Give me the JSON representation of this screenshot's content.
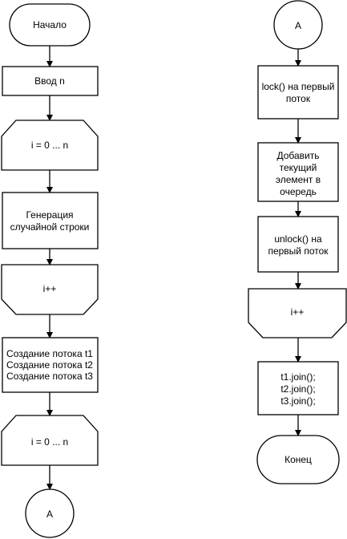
{
  "nodes": {
    "start": {
      "lines": [
        "Начало"
      ]
    },
    "input_n": {
      "lines": [
        "Ввод n"
      ]
    },
    "loop1": {
      "lines": [
        "i = 0 ... n"
      ]
    },
    "generate": {
      "lines": [
        "Генерация",
        "случайной строки"
      ]
    },
    "incr1": {
      "lines": [
        "i++"
      ]
    },
    "threads": {
      "lines": [
        "Создание потока t1",
        "Создание потока t2",
        "Создание потока t3"
      ]
    },
    "loop2": {
      "lines": [
        "i = 0 ... n"
      ]
    },
    "conn_out": {
      "lines": [
        "A"
      ]
    },
    "conn_in": {
      "lines": [
        "A"
      ]
    },
    "lock": {
      "lines": [
        "lock() на первый",
        "поток"
      ]
    },
    "add": {
      "lines": [
        "Добавить",
        "текущий",
        "элемент в",
        "очередь"
      ]
    },
    "unlock": {
      "lines": [
        "unlock() на",
        "первый поток"
      ]
    },
    "incr2": {
      "lines": [
        "i++"
      ]
    },
    "join": {
      "lines": [
        "t1.join();",
        "t2.join();",
        "t3.join();"
      ]
    },
    "end": {
      "lines": [
        "Конец"
      ]
    }
  }
}
